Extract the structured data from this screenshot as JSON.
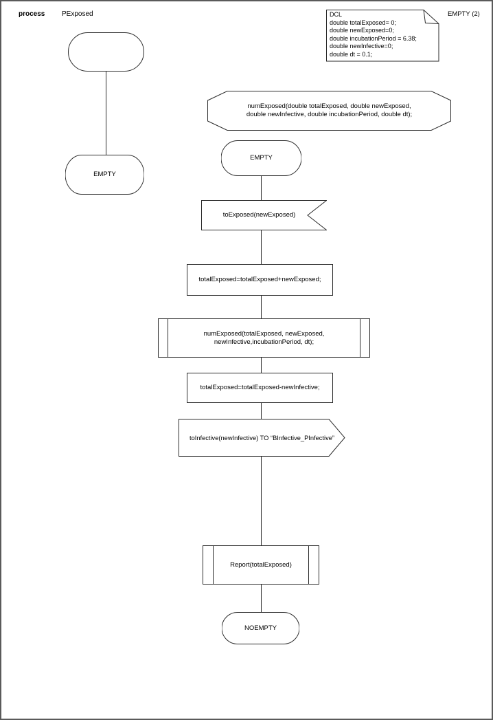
{
  "header": {
    "kind_label": "process",
    "process_name": "PExposed",
    "page_label": "EMPTY (2)"
  },
  "declaration_note": {
    "lines": [
      "DCL",
      "double totalExposed= 0;",
      "double newExposed=0;",
      "double incubationPeriod = 6.38;",
      "double newInfective=0;",
      "double dt = 0.1;"
    ]
  },
  "left_flow": {
    "state_label": "EMPTY"
  },
  "main_flow": {
    "procedure_declaration": {
      "line1": "numExposed(double totalExposed, double newExposed,",
      "line2": "double newInfective, double incubationPeriod, double dt);"
    },
    "state_empty": "EMPTY",
    "input_signal": "toExposed(newExposed)",
    "task_add": "totalExposed=totalExposed+newExposed;",
    "procedure_call": {
      "line1": "numExposed(totalExposed, newExposed,",
      "line2": "newInfective,incubationPeriod, dt);"
    },
    "task_subtract": "totalExposed=totalExposed-newInfective;",
    "output_signal": "toInfective(newInfective) TO “BInfective_PInfective”",
    "report_call": "Report(totalExposed)",
    "state_noempty": "NOEMPTY"
  },
  "colors": {
    "line": "#2a2a2a",
    "page_border": "#5a5a5a",
    "background": "#ffffff",
    "text": "#000000"
  }
}
